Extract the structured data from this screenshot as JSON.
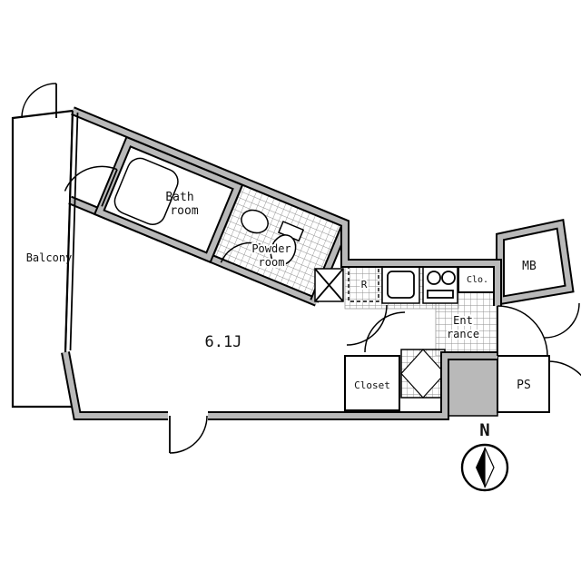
{
  "labels": {
    "balcony": "Balcony",
    "bath_1": "Bath",
    "bath_2": "room",
    "powder_1": "Powder",
    "powder_2": "room",
    "main_room": "6.1J",
    "closet": "Closet",
    "entrance_1": "Ent",
    "entrance_2": "rance",
    "clo": "Clo.",
    "mb": "MB",
    "ps": "PS",
    "fridge": "R",
    "north": "N"
  },
  "colors": {
    "background": "#ffffff",
    "wall_core": "#b9b9b9",
    "line": "#000000",
    "hatch": "#8f8f8f"
  }
}
